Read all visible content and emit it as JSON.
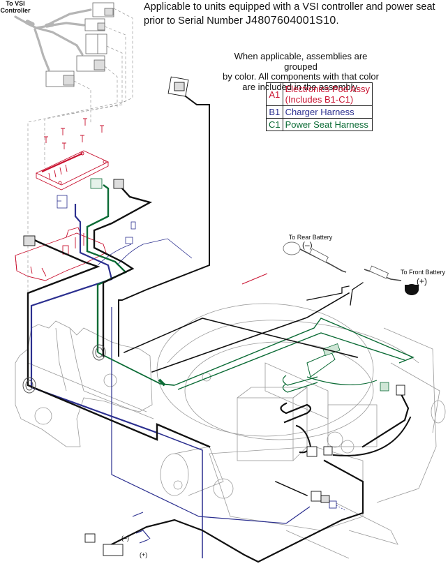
{
  "header": {
    "line1": "Applicable to units equipped with a VSI controller and power seat",
    "line2_prefix": "prior to Serial Number ",
    "serial_number": "J4807604001S10",
    "line2_suffix": "."
  },
  "legend": {
    "note_line1": "When applicable, assemblies are grouped",
    "note_line2": "by color. All components with that color",
    "note_line3": "are included in the assembly.",
    "rows": [
      {
        "code": "A1",
        "label_line1": "Electronics Pod Assy",
        "label_line2": "(Includes B1-C1)",
        "color": "#c8102e"
      },
      {
        "code": "B1",
        "label_line1": "Charger Harness",
        "label_line2": "",
        "color": "#2b2f8f"
      },
      {
        "code": "C1",
        "label_line1": "Power Seat Harness",
        "label_line2": "",
        "color": "#0b6b35"
      }
    ]
  },
  "callouts": {
    "vsi_line1": "To VSI",
    "vsi_line2": "Controller",
    "rear_battery": "To Rear Battery",
    "rear_polarity": "(–)",
    "front_battery": "To Front Battery",
    "front_polarity": "(+)",
    "charger_neg": "(–)",
    "charger_pos": "(+)"
  },
  "colors": {
    "assembly_a1": "#c8102e",
    "assembly_b1": "#2b2f8f",
    "assembly_c1": "#0b6b35",
    "cable_black": "#111111",
    "frame_line": "#9a9a9a",
    "vsi_harness_gray": "#b5b5b5"
  }
}
